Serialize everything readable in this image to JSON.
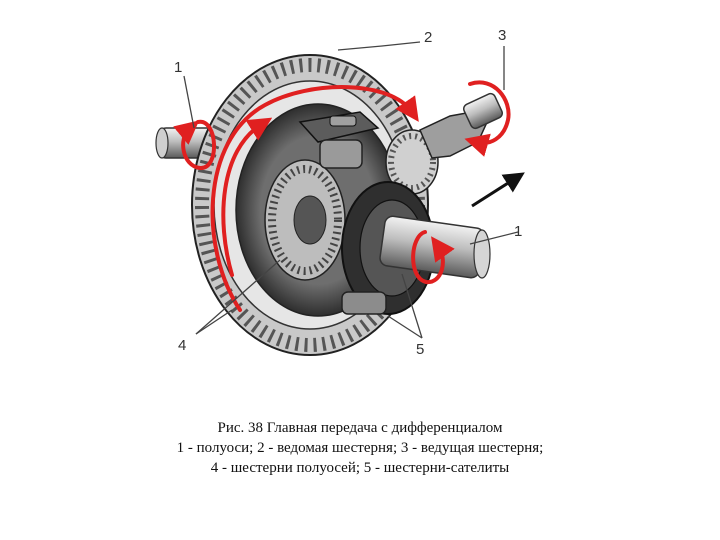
{
  "figure": {
    "callouts": {
      "axle_left": "1",
      "driven_gear": "2",
      "drive_gear": "3",
      "axle_right": "1",
      "side_gears": "4",
      "satellite_gears": "5"
    },
    "colors": {
      "rotation_arrow": "#e02020",
      "metal_dark": "#3a3a3a",
      "metal_mid": "#8a8a8a",
      "metal_light": "#d9d9d9",
      "leader_line": "#444444"
    }
  },
  "caption": {
    "line1": "Рис. 38 Главная передача с дифференциалом",
    "line2": "1 - полуоси; 2 - ведомая шестерня; 3 - ведущая шестерня;",
    "line3": "4 - шестерни полуосей; 5 - шестерни-сателиты"
  }
}
